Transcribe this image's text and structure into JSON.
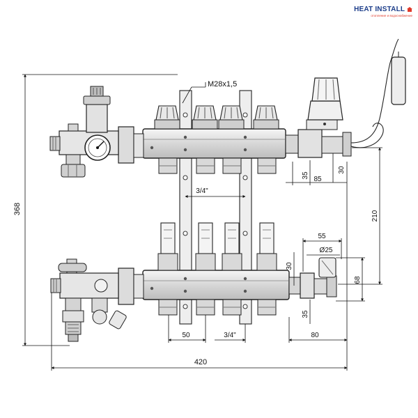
{
  "brand": {
    "name": "HEAT INSTALL",
    "tagline": "отопление и водоснабжение",
    "colors": {
      "primary": "#1d3e8a",
      "accent": "#e03a2b"
    }
  },
  "drawing": {
    "callout_thread": "M28x1,5",
    "dims": {
      "overall_height": "368",
      "overall_width": "420",
      "upper_pitch": "3/4\"",
      "lower_pitch": "3/4\"",
      "outlet_spacing": "50",
      "right_upper_depth": "35",
      "right_upper_width": "85",
      "right_upper_30": "30",
      "rail_distance": "210",
      "lower_55": "55",
      "lower_diameter": "Ø25",
      "lower_30": "30",
      "lower_68": "68",
      "lower_35": "35",
      "lower_80": "80"
    }
  }
}
